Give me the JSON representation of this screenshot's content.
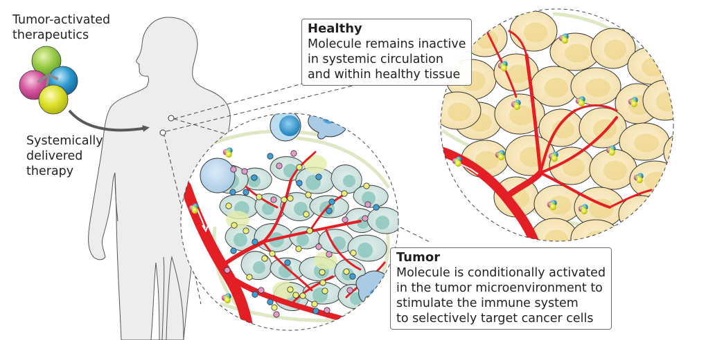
{
  "figure": {
    "labels": {
      "therapeutics": [
        "Tumor-activated",
        "therapeutics"
      ],
      "delivery": [
        "Systemically",
        "delivered",
        "therapy"
      ]
    },
    "callouts": {
      "healthy": {
        "title": "Healthy",
        "lines": [
          "Molecule remains inactive",
          "in systemic circulation",
          "and within healthy tissue"
        ]
      },
      "tumor": {
        "title": "Tumor",
        "lines": [
          "Molecule is conditionally activated",
          "in the tumor microenvironment to",
          "stimulate the immune system",
          "to selectively target cancer cells"
        ]
      }
    },
    "icons": {
      "molecule": "four-sphere-molecule-icon",
      "body": "human-silhouette",
      "arrow": "curved-arrow-icon",
      "blood_vessel": "blood-vessel",
      "immune_cell": "immune-cell-icon",
      "tumor_cell": "tumor-cell",
      "healthy_cell": "healthy-cell"
    },
    "colors": {
      "body_fill": "#ededed",
      "vessel_red": "#e31e24",
      "tumor_cell_fill": "#cfe3e0",
      "tumor_nucleus": "#8cc5bd",
      "healthy_cell_fill": "#f8e6b8",
      "healthy_nucleus": "#eccf7a",
      "immune_blue": "#3d9fd4",
      "immune_light": "#b9d7ec",
      "molecule_green": "#8cc63f",
      "molecule_magenta": "#d0509a",
      "molecule_blue": "#1e8fc7",
      "molecule_yellow": "#dbe02a",
      "fiber_green": "#dfe8c4"
    }
  }
}
